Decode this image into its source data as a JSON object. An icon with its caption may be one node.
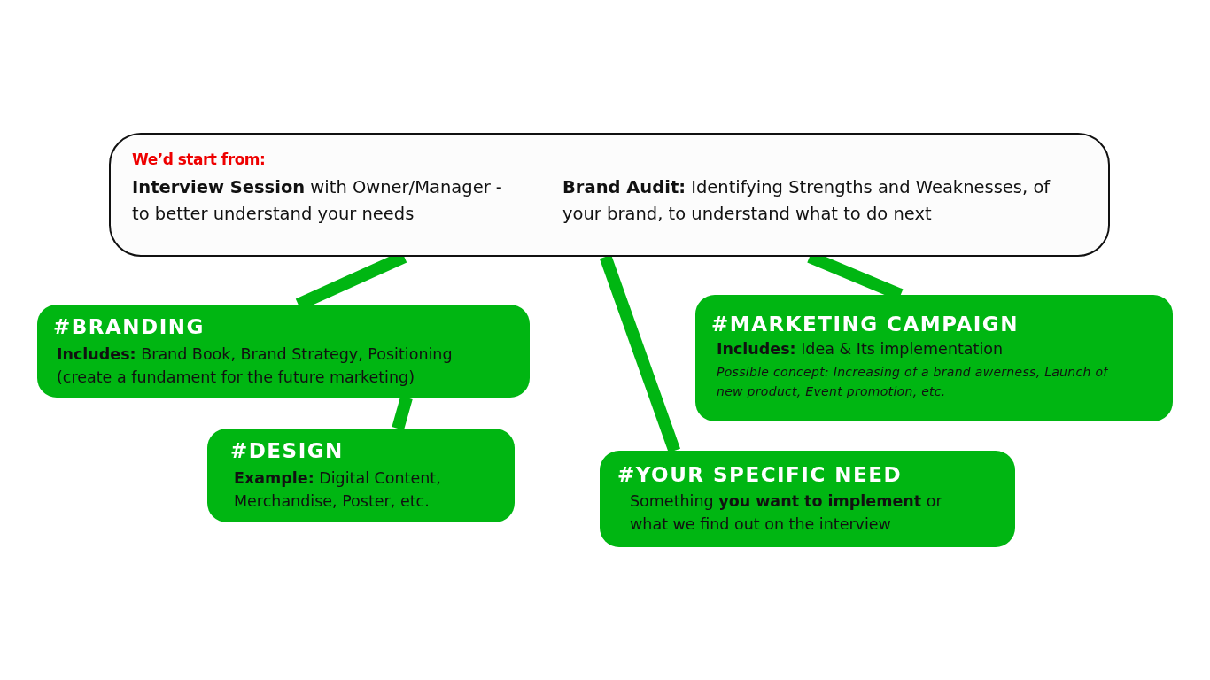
{
  "diagram": {
    "nodes": [
      {
        "text": [
          "We’d start from:",
          "**Interview Session** with Owner/Manager - to better understand your needs",
          "**Brand Audit:** Identifying Strengths and Weaknesses, of your brand, to understand what to do next"
        ]
      },
      {
        "text": [
          "#BRANDING",
          "**Includes:** Brand Book, Brand Strategy, Positioning (create a fundament for the future marketing)"
        ]
      },
      {
        "text": [
          "#MARKETING CAMPAIGN",
          "**Includes:** Idea & Its implementation",
          "Possible concept: Increasing of a brand awerness, Launch of new product, Event promotion, etc."
        ]
      },
      {
        "text": [
          "#DESIGN",
          "**Example:** Digital Content, Merchandise, Poster, etc."
        ]
      },
      {
        "text": [
          "#YOUR SPECIFIC NEED",
          "Something **you want to implement** or what we find out on the interview"
        ]
      }
    ],
    "edges": [
      {
        "from": 0,
        "to": 1,
        "arrow": "none"
      },
      {
        "from": 0,
        "to": 4,
        "arrow": "none"
      },
      {
        "from": 0,
        "to": 2,
        "arrow": "none"
      },
      {
        "from": 1,
        "to": 3,
        "arrow": "none"
      }
    ]
  }
}
